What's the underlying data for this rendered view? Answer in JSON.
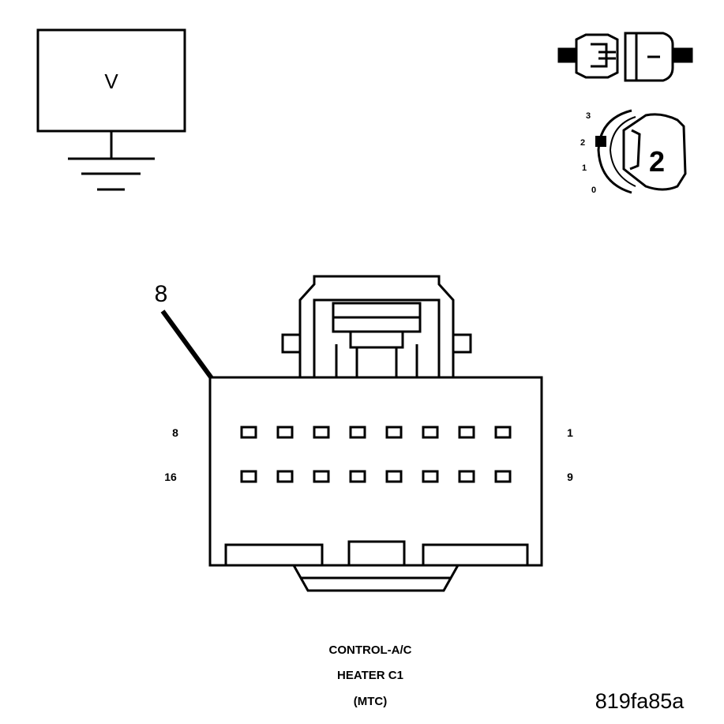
{
  "voltmeter": {
    "symbol": "V"
  },
  "ignition": {
    "positions": [
      "3",
      "2",
      "1",
      "0"
    ],
    "selected": "2"
  },
  "callout": {
    "label": "8"
  },
  "connector": {
    "pin_labels": {
      "top_left": "8",
      "top_right": "1",
      "bottom_left": "16",
      "bottom_right": "9"
    },
    "rows": 2,
    "pins_per_row": 8
  },
  "caption": {
    "line1": "CONTROL-A/C",
    "line2": "HEATER C1",
    "line3": "(MTC)"
  },
  "figure_id": "819fa85a"
}
